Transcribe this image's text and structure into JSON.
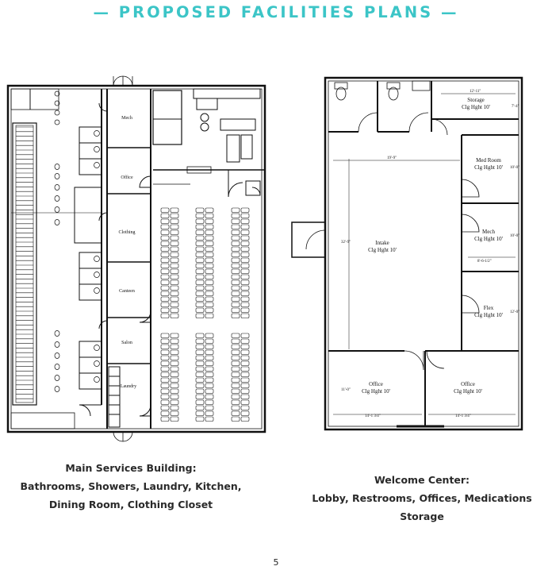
{
  "header": {
    "title": "— PROPOSED FACILITIES PLANS —"
  },
  "main_building": {
    "rooms": {
      "mech": "Mech",
      "office": "Office",
      "clothing": "Clothing",
      "canteen": "Canteen",
      "salon": "Salon",
      "laundry": "Laundry"
    },
    "caption_lines": [
      "Main Services Building:",
      "Bathrooms, Showers, Laundry, Kitchen,",
      "Dining Room, Clothing Closet"
    ]
  },
  "welcome_center": {
    "rooms": {
      "storage": "Storage",
      "med_room": "Med Room",
      "mech": "Mech",
      "intake": "Intake",
      "flex": "Flex",
      "office_left": "Office",
      "office_right": "Office",
      "ceiling": "Clg Hght 10'"
    },
    "dimensions": {
      "top": "12'-11\"",
      "intake_width": "19'-9\"",
      "intake_height": "32'-9\"",
      "storage_side": "7'-4\"",
      "med_side": "10'-0\"",
      "mech_side": "10'-0\"",
      "mech_width": "8'-6-1/2\"",
      "flex_side": "12'-0\"",
      "office_height": "11'-0\"",
      "office_left_width": "14'-1 3/4\"",
      "office_right_width": "14'-1 3/4\""
    },
    "caption_lines": [
      "Welcome Center:",
      "Lobby, Restrooms, Offices, Medications Storage"
    ]
  },
  "footer": {
    "page_number": "5"
  }
}
